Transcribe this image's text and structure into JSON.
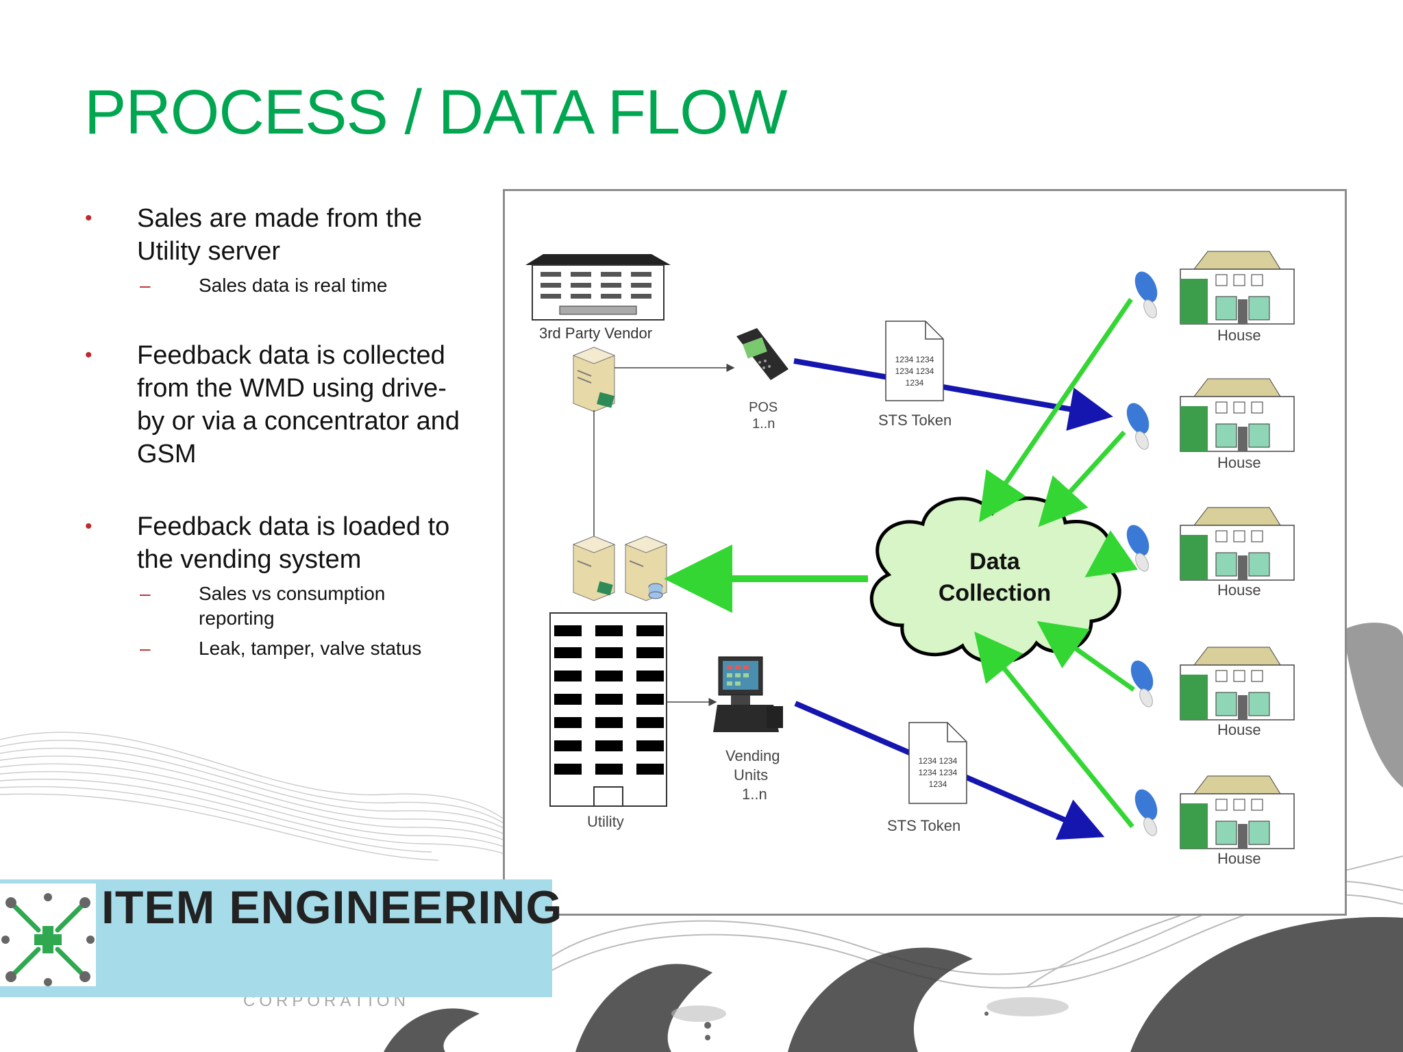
{
  "slide": {
    "title": "PROCESS / DATA FLOW",
    "bullets": [
      {
        "text": "Sales are made from the Utility server",
        "subs": [
          "Sales data is real time"
        ]
      },
      {
        "text": "Feedback data is collected from the WMD using drive-by or  via a concentrator and GSM",
        "subs": []
      },
      {
        "text": "Feedback data is loaded to the vending system",
        "subs": [
          "Sales vs consumption reporting",
          "Leak, tamper, valve status"
        ]
      }
    ],
    "bullet_marker": "•",
    "sub_marker": "–"
  },
  "diagram": {
    "vendor_label": "3rd Party Vendor",
    "pos_label_1": "POS",
    "pos_label_2": "1..n",
    "token_label": "STS Token",
    "token_text": [
      "1234 1234",
      "1234 1234",
      "1234"
    ],
    "cloud_label_1": "Data",
    "cloud_label_2": "Collection",
    "vending_label": [
      "Vending",
      "Units",
      "1..n"
    ],
    "utility_label": "Utility",
    "house_label": "House",
    "colors": {
      "green_arrow": "#33d633",
      "blue_arrow": "#1515b0",
      "cloud_fill": "#d7f5c6"
    }
  },
  "brand": {
    "name": "ITEM ENGINEERING",
    "tagline": "CORPORATION",
    "brand_green": "#00a650",
    "logo_band_color": "#a6dbe9"
  }
}
